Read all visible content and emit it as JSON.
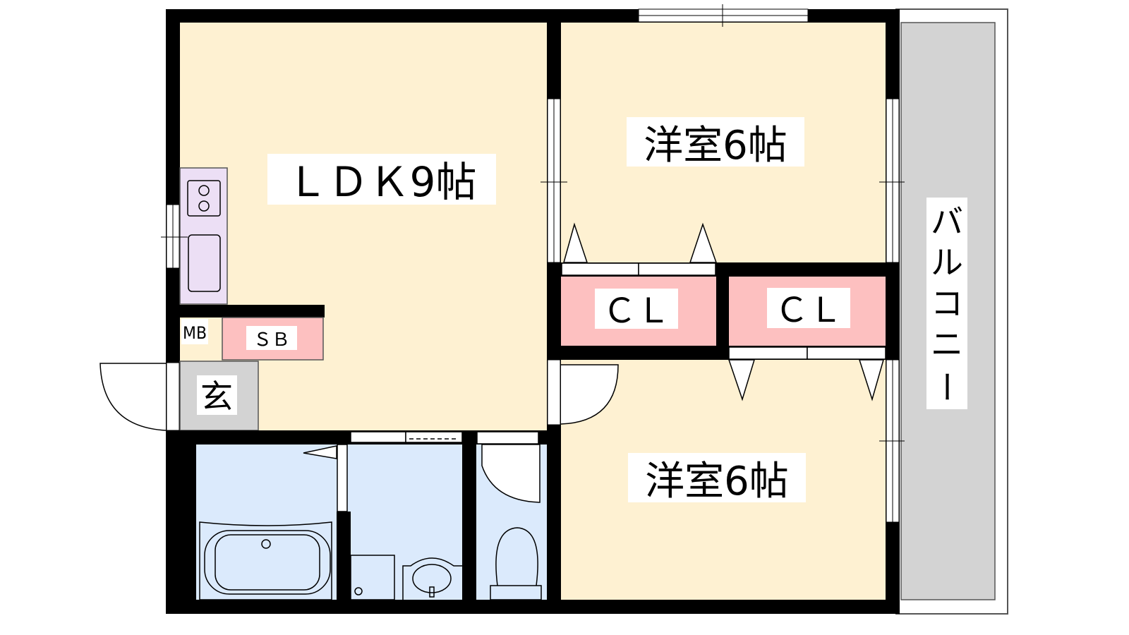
{
  "rooms": {
    "ldk": "ＬＤＫ9帖",
    "western1": "洋室6帖",
    "western2": "洋室6帖",
    "closet1": "ＣＬ",
    "closet2": "ＣＬ",
    "balcony": [
      "バ",
      "ル",
      "コ",
      "ニ",
      "ー"
    ],
    "entrance": "玄",
    "meter_box": "MB",
    "shoe_box": "ＳＢ"
  },
  "colors": {
    "room": "#fef1d2",
    "kitchen": "#ecdff5",
    "closet": "#fdc0c0",
    "wet_area": "#dbeafc",
    "entrance": "#d3d3d3",
    "balcony": "#d3d3d3",
    "wall": "#000000"
  }
}
